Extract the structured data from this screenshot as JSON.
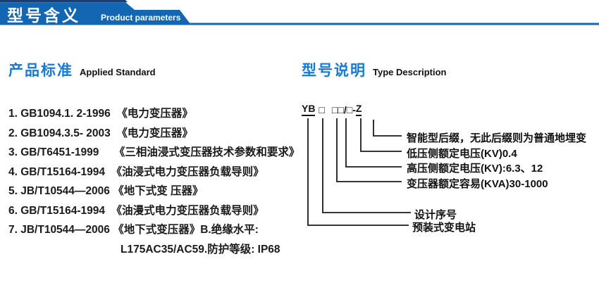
{
  "header": {
    "title": "型号含义",
    "subtitle": "Product parameters"
  },
  "colors": {
    "banner_blue": "#1266b2",
    "banner_navy": "#1d3e70",
    "heading_blue": "#177ad6",
    "body_text": "#1a1a1a"
  },
  "standards": {
    "title": "产品标准",
    "title_en": "Applied Standard",
    "items": [
      "1. GB1094.1. 2-1996  《电力变压器》",
      "2. GB1094.3.5- 2003  《电力变压器》",
      "3. GB/T6451-1999     《三相油浸式变压器技术参数和要求》",
      "4. GB/T15164-1994  《油浸式电力变压器负载导则》",
      "5. JB/T10544—2006 《地下式变 压器》",
      "6. GB/T15164-1994  《油漫式电力变压器负载导则》",
      "7. JB/T10544—2006 《地下式变压器》B.绝缘水平:",
      "L175AC35/AC59.防护等级: IP68"
    ]
  },
  "type_description": {
    "title": "型号说明",
    "title_en": "Type Description",
    "code": {
      "prefix": "YB",
      "box1": "□",
      "boxes": "□□/□",
      "dash": "-",
      "suffix": "Z"
    },
    "labels": [
      "智能型后缀，无此后缀则为普通地埋变",
      "低压侧额定电压(KV)0.4",
      "高压侧额定电压(KV):6.3、12",
      "变压器额定容易(KVA)30-1000",
      "设计序号",
      "预装式变电站"
    ]
  }
}
